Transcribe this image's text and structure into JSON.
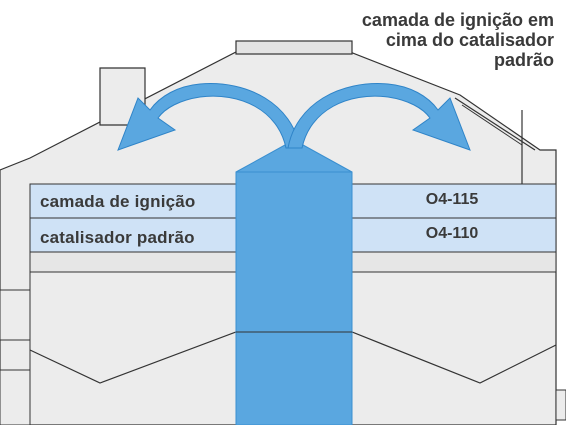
{
  "callout": {
    "lines": [
      "camada de ignição em",
      "cima do catalisador",
      "padrão"
    ]
  },
  "layers": [
    {
      "label": "camada de ignição",
      "code": "O4-115"
    },
    {
      "label": "catalisador padrão",
      "code": "O4-110"
    }
  ],
  "colors": {
    "arrow_blue": "#5aa7e0",
    "arrow_blue_dark": "#3a8fd0",
    "layer_band": "#cfe2f6",
    "housing_fill": "#ececec",
    "outline": "#333333",
    "text": "#3a3a3a"
  }
}
